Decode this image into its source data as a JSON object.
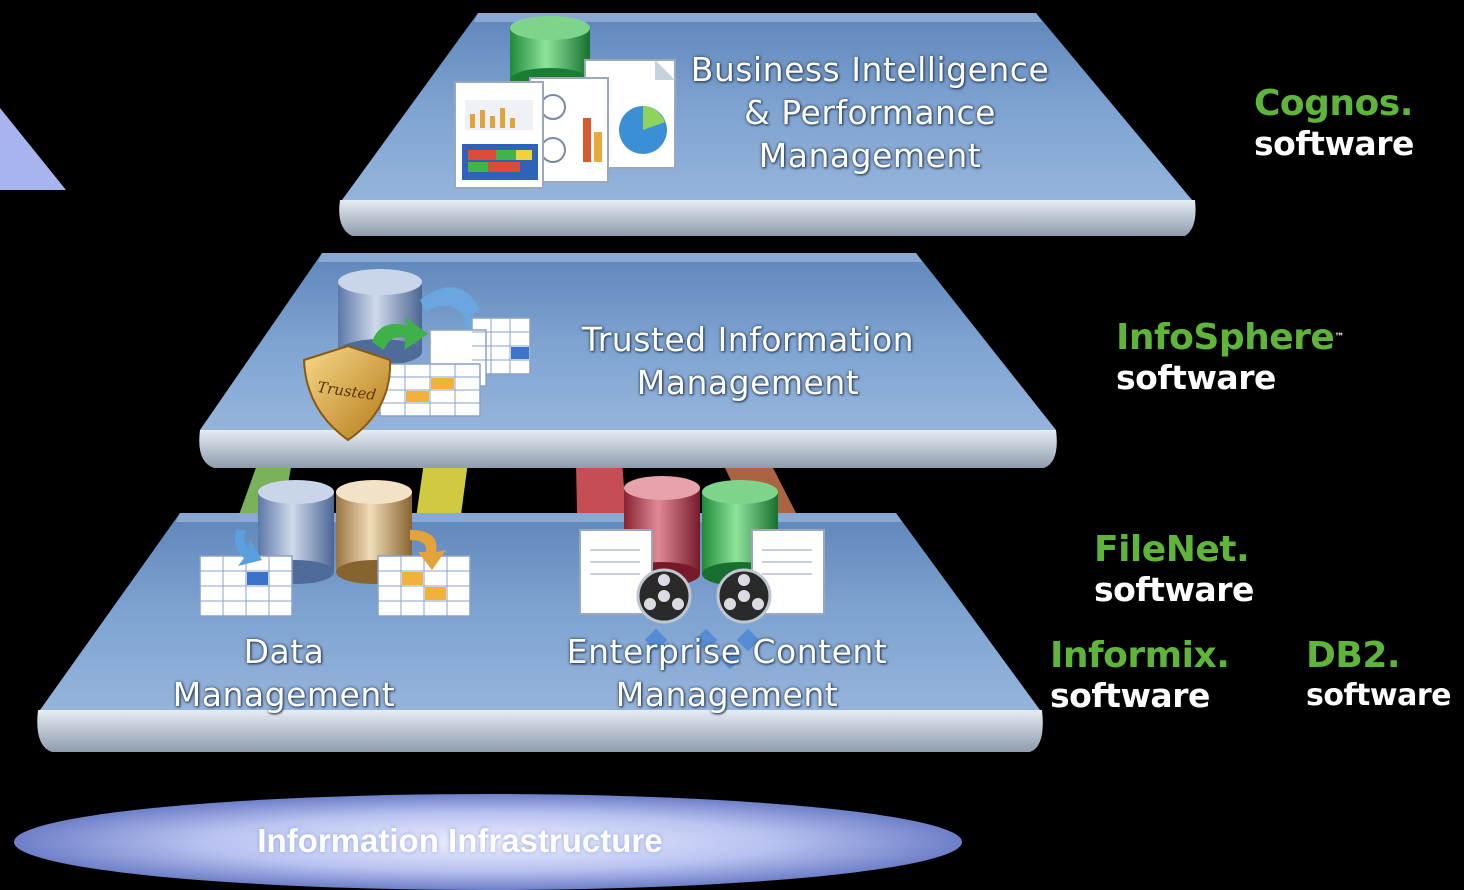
{
  "tiers": {
    "bi": {
      "line1": "Business Intelligence",
      "line2": "& Performance",
      "line3": "Management"
    },
    "tim": {
      "line1": "Trusted Information",
      "line2": "Management"
    },
    "data_mgmt": {
      "line1": "Data",
      "line2": "Management"
    },
    "ecm": {
      "line1": "Enterprise Content",
      "line2": "Management"
    }
  },
  "infrastructure": {
    "label": "Information Infrastructure"
  },
  "shield_text": "Trusted",
  "brands": [
    {
      "name": "Cognos.",
      "suffix": "software",
      "color": "#5fb43a"
    },
    {
      "name": "InfoSphere",
      "tm": "™",
      "suffix": "software",
      "color": "#5fb43a"
    },
    {
      "name": "FileNet.",
      "suffix": "software",
      "color": "#5fb43a"
    },
    {
      "name": "Informix.",
      "suffix": "software",
      "color": "#5fb43a"
    },
    {
      "name": "DB2.",
      "suffix": "software",
      "color": "#5fb43a"
    }
  ],
  "colors": {
    "platform": "#6f94c4",
    "platform_edge": "#b9c6d6",
    "brand_green": "#5fb43a",
    "infrastructure": "#aeb9ec"
  }
}
